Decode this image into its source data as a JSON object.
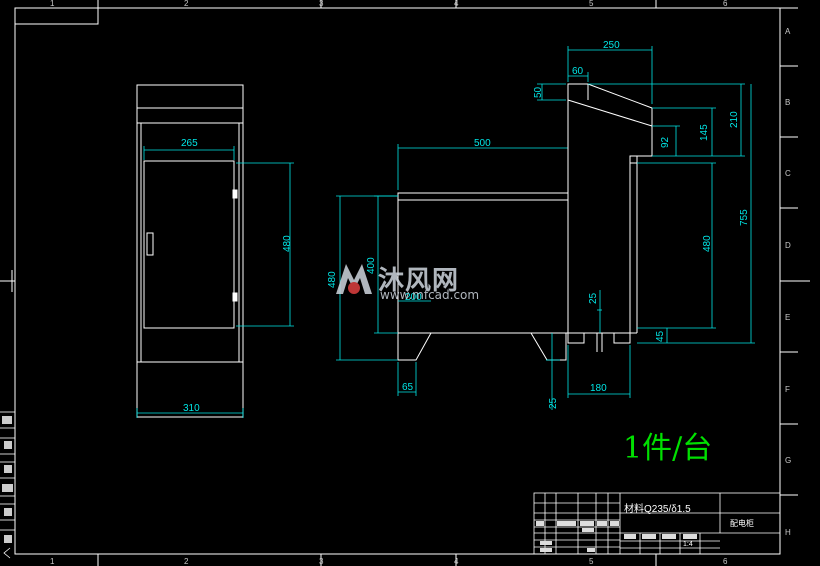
{
  "colors": {
    "background": "#000000",
    "lines": "#ffffff",
    "dimension": "#00e6e6",
    "frame_text": "#c8c8c8",
    "watermark": "#cfd6df"
  },
  "frame": {
    "top_numbers": [
      "1",
      "2",
      "3",
      "4",
      "5",
      "6"
    ],
    "bottom_numbers": [
      "1",
      "2",
      "3",
      "4",
      "5",
      "6"
    ],
    "right_letters": [
      "A",
      "B",
      "C",
      "D",
      "E",
      "F",
      "G",
      "H"
    ]
  },
  "dimensions": {
    "front_width_inner": "265",
    "front_height": "480",
    "front_width_outer": "310",
    "mid_top_width": "500",
    "mid_height_outer": "480",
    "mid_height_inner": "400",
    "mid_small": "200",
    "mid_foot": "65",
    "mid_foot_height": "25",
    "side_top_width": "250",
    "side_top_step": "60",
    "side_left_v": "50",
    "side_v92": "92",
    "side_v145": "145",
    "side_v210": "210",
    "side_v755": "755",
    "side_v480": "480",
    "side_v25": "25",
    "side_v45": "45",
    "side_bottom": "180"
  },
  "note": "1件/台",
  "title_block": {
    "material": "材料Q235/δ1.5",
    "part_name": "配电柜",
    "scale": "1:4"
  },
  "watermark": {
    "cn": "沐风网",
    "url": "www.mfcad.com"
  }
}
